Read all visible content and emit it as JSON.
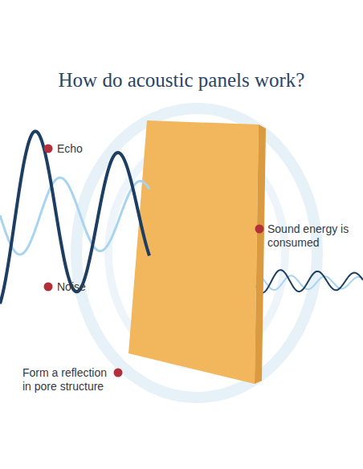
{
  "diagram": {
    "title": "How do acoustic panels work?",
    "labels": [
      "Echo",
      "Noise",
      "Sound energy is consumed",
      "Form a reflection in pore structure"
    ]
  }
}
